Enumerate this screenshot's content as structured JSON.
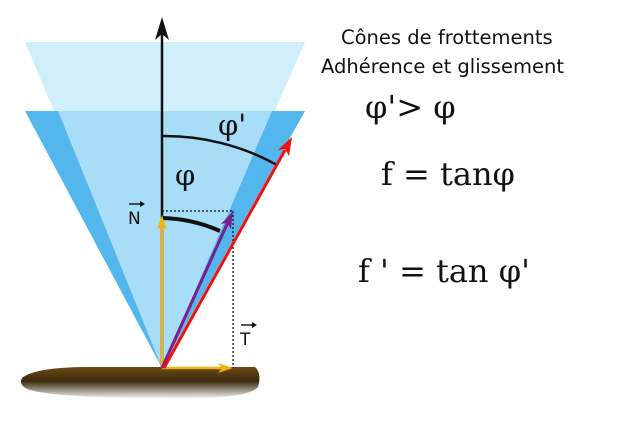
{
  "title": {
    "line1": "Cônes de frottements",
    "line2": "Adhérence et glissement"
  },
  "formulas": {
    "inequality": "φ'> φ",
    "f_static": "f = tanφ",
    "f_dynamic": "f ' = tan φ'"
  },
  "labels": {
    "phi": "φ",
    "phi_prime": "φ'",
    "normal_force": "N",
    "tangential_force": "T"
  },
  "colors": {
    "outer_cone": "#cfeffb",
    "inner_cone": "#53b6ec",
    "inner_cone_light": "#a7ddf6",
    "vertical_axis": "#111111",
    "reaction_limit": "#ee1111",
    "reaction_actual": "#7a1f8c",
    "force_component": "#f2b20a",
    "ground": "#4a3410"
  }
}
